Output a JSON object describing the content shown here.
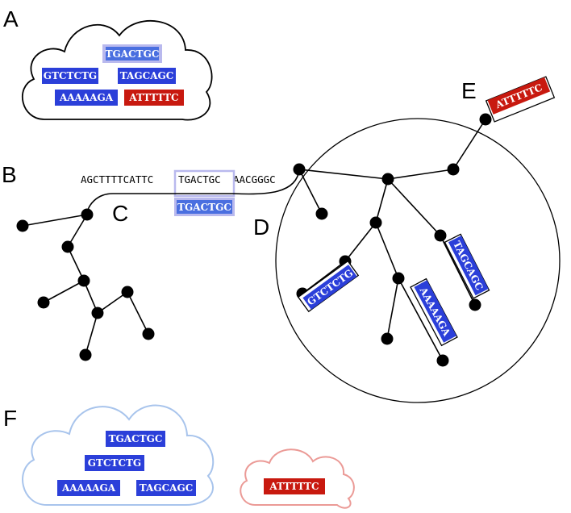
{
  "colors": {
    "blue_tag": "#2b3fd9",
    "red_tag": "#c8190f",
    "highlight_fill": "#4a6fe0",
    "highlight_stroke": "#b9b9ee",
    "cloud_blue": "#a8c4ec",
    "cloud_red": "#eb9a96"
  },
  "panels": {
    "A": "A",
    "B": "B",
    "C": "C",
    "D": "D",
    "E": "E",
    "F": "F"
  },
  "reference": {
    "left": "AGCTTTTCATTC",
    "match": "TGACTGC",
    "right": "AACGGGC"
  },
  "cloud_a": {
    "tag1": "TGACTGC",
    "tag2": "GTCTCTG",
    "tag3": "TAGCAGC",
    "tag4": "AAAAAGA",
    "tag5": "ATTTTTC"
  },
  "tree": {
    "query_tag": "TGACTGC",
    "tag_gtctctg": "GTCTCTG",
    "tag_aaaaaga": "AAAAAGA",
    "tag_tagcagc": "TAGCAGC",
    "tag_attttc": "ATTTTTC"
  },
  "cloud_f_blue": {
    "tag1": "TGACTGC",
    "tag2": "GTCTCTG",
    "tag3": "AAAAAGA",
    "tag4": "TAGCAGC"
  },
  "cloud_f_red": {
    "tag1": "ATTTTTC"
  }
}
